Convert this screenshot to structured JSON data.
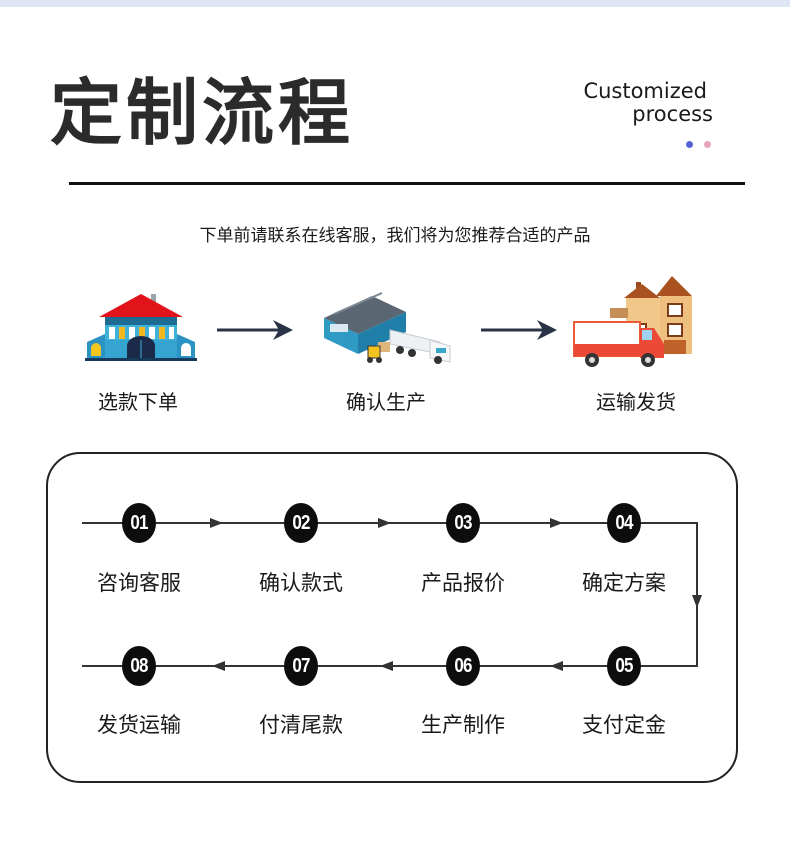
{
  "header": {
    "title": "定制流程",
    "subtitle_en_line1": "Customized",
    "subtitle_en_line2": "process",
    "accent_colors": {
      "dot_left": "#5663d6",
      "dot_right": "#e7a5b8"
    }
  },
  "intro": {
    "text": "下单前请联系在线客服，我们将为您推荐合适的产品"
  },
  "stages": [
    {
      "label": "选款下单",
      "icon": "storefront-building-icon"
    },
    {
      "label": "确认生产",
      "icon": "warehouse-truck-icon"
    },
    {
      "label": "运输发货",
      "icon": "delivery-van-house-icon"
    }
  ],
  "steps": [
    {
      "number": "01",
      "label": "咨询客服"
    },
    {
      "number": "02",
      "label": "确认款式"
    },
    {
      "number": "03",
      "label": "产品报价"
    },
    {
      "number": "04",
      "label": "确定方案"
    },
    {
      "number": "05",
      "label": "支付定金"
    },
    {
      "number": "06",
      "label": "生产制作"
    },
    {
      "number": "07",
      "label": "付清尾款"
    },
    {
      "number": "08",
      "label": "发货运输"
    }
  ]
}
